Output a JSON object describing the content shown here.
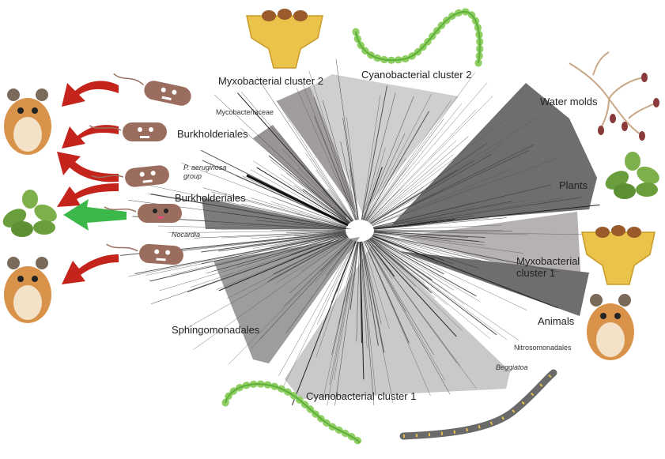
{
  "clades": {
    "myxo2": "Myxobacterial cluster 2",
    "cyano2": "Cyanobacterial cluster 2",
    "mycobacteriaceae": "Mycobacteriaceae",
    "burkholderiales_top": "Burkholderiales",
    "paeruginosa_line1": "P. aeruginosa",
    "paeruginosa_line2": "group",
    "burkholderiales_mid": "Burkholderiales",
    "nocardia": "Nocardia",
    "sphingomonadales": "Sphingomonadales",
    "cyano1": "Cyanobacterial cluster 1",
    "beggiatoa": "Beggiatoa",
    "nitrosomonadales": "Nitrosomonadales",
    "animals": "Animals",
    "myxo1_line1": "Myxobacterial",
    "myxo1_line2": "cluster 1",
    "plants": "Plants",
    "water_molds": "Water molds"
  },
  "colors": {
    "wedge_dark": "#6e6e6e",
    "wedge_mid": "#9a9595",
    "wedge_light": "#c9c9c9",
    "arrow_red": "#c4241c",
    "arrow_green": "#3cb84a",
    "bacterium": "#9a6d5e",
    "hamster": "#d9924a",
    "leaf": "#6a9e3c",
    "cyano_filament": "#8fcf63",
    "myxo_body": "#e9c34a",
    "beggiatoa": "#6a6a6a"
  },
  "icons": [
    "hamster-icon",
    "plant-icon",
    "bacterium-icon",
    "arrow-icon",
    "myxobacteria-fruiting-body-icon",
    "cyanobacteria-filament-icon",
    "beggiatoa-filament-icon",
    "water-mold-icon"
  ]
}
